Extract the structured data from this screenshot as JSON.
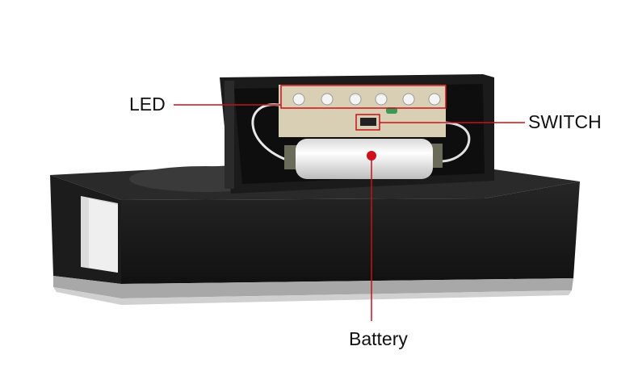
{
  "callouts": {
    "led": "LED",
    "switch": "SWITCH",
    "battery": "Battery"
  },
  "colors": {
    "annotation": "#c8101a",
    "housing": "#1a1a1a",
    "pcb": "#d9cfb4",
    "battery": "#f2f2f2"
  }
}
